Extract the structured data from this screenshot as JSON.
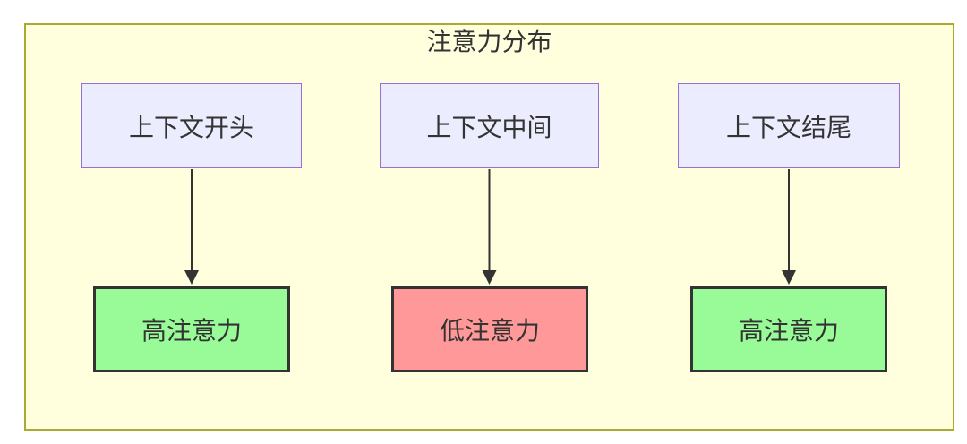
{
  "diagram": {
    "title": "注意力分布",
    "groups": [
      {
        "source": {
          "label": "上下文开头"
        },
        "target": {
          "label": "高注意力",
          "level": "high"
        }
      },
      {
        "source": {
          "label": "上下文中间"
        },
        "target": {
          "label": "低注意力",
          "level": "low"
        }
      },
      {
        "source": {
          "label": "上下文结尾"
        },
        "target": {
          "label": "高注意力",
          "level": "high"
        }
      }
    ],
    "colors": {
      "canvas_bg": "#ffffde",
      "canvas_border": "#aaaa33",
      "source_fill": "#ececff",
      "source_border": "#9370db",
      "target_high_fill": "#98fb98",
      "target_low_fill": "#ff9999",
      "target_border": "#333333",
      "arrow": "#333333",
      "text": "#333333"
    }
  }
}
